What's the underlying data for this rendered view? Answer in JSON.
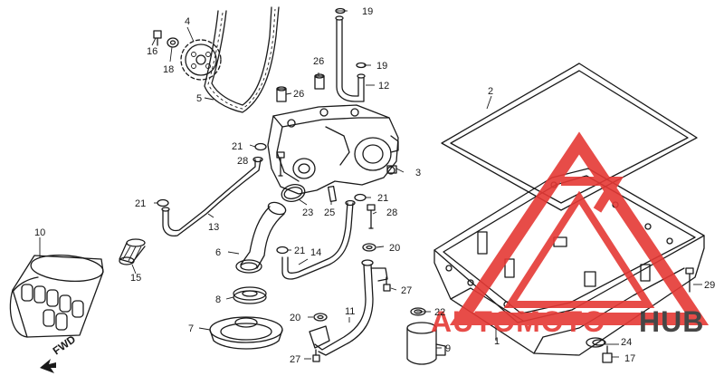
{
  "diagram": {
    "type": "exploded-parts-diagram",
    "callouts": [
      "1",
      "2",
      "3",
      "4",
      "5",
      "6",
      "7",
      "8",
      "9",
      "10",
      "11",
      "12",
      "13",
      "14",
      "15",
      "16",
      "17",
      "18",
      "19",
      "19",
      "20",
      "20",
      "21",
      "21",
      "21",
      "21",
      "22",
      "23",
      "24",
      "25",
      "26",
      "26",
      "27",
      "27",
      "28",
      "28",
      "29"
    ],
    "direction_label": "FWD"
  },
  "watermark": {
    "part1": "AUTOMOTO",
    "part2": "HUB",
    "red": "#e53935",
    "dark": "#333333",
    "icon": "warning-triangle-logo"
  },
  "colors": {
    "ink": "#1a1a1a",
    "background": "#ffffff"
  }
}
